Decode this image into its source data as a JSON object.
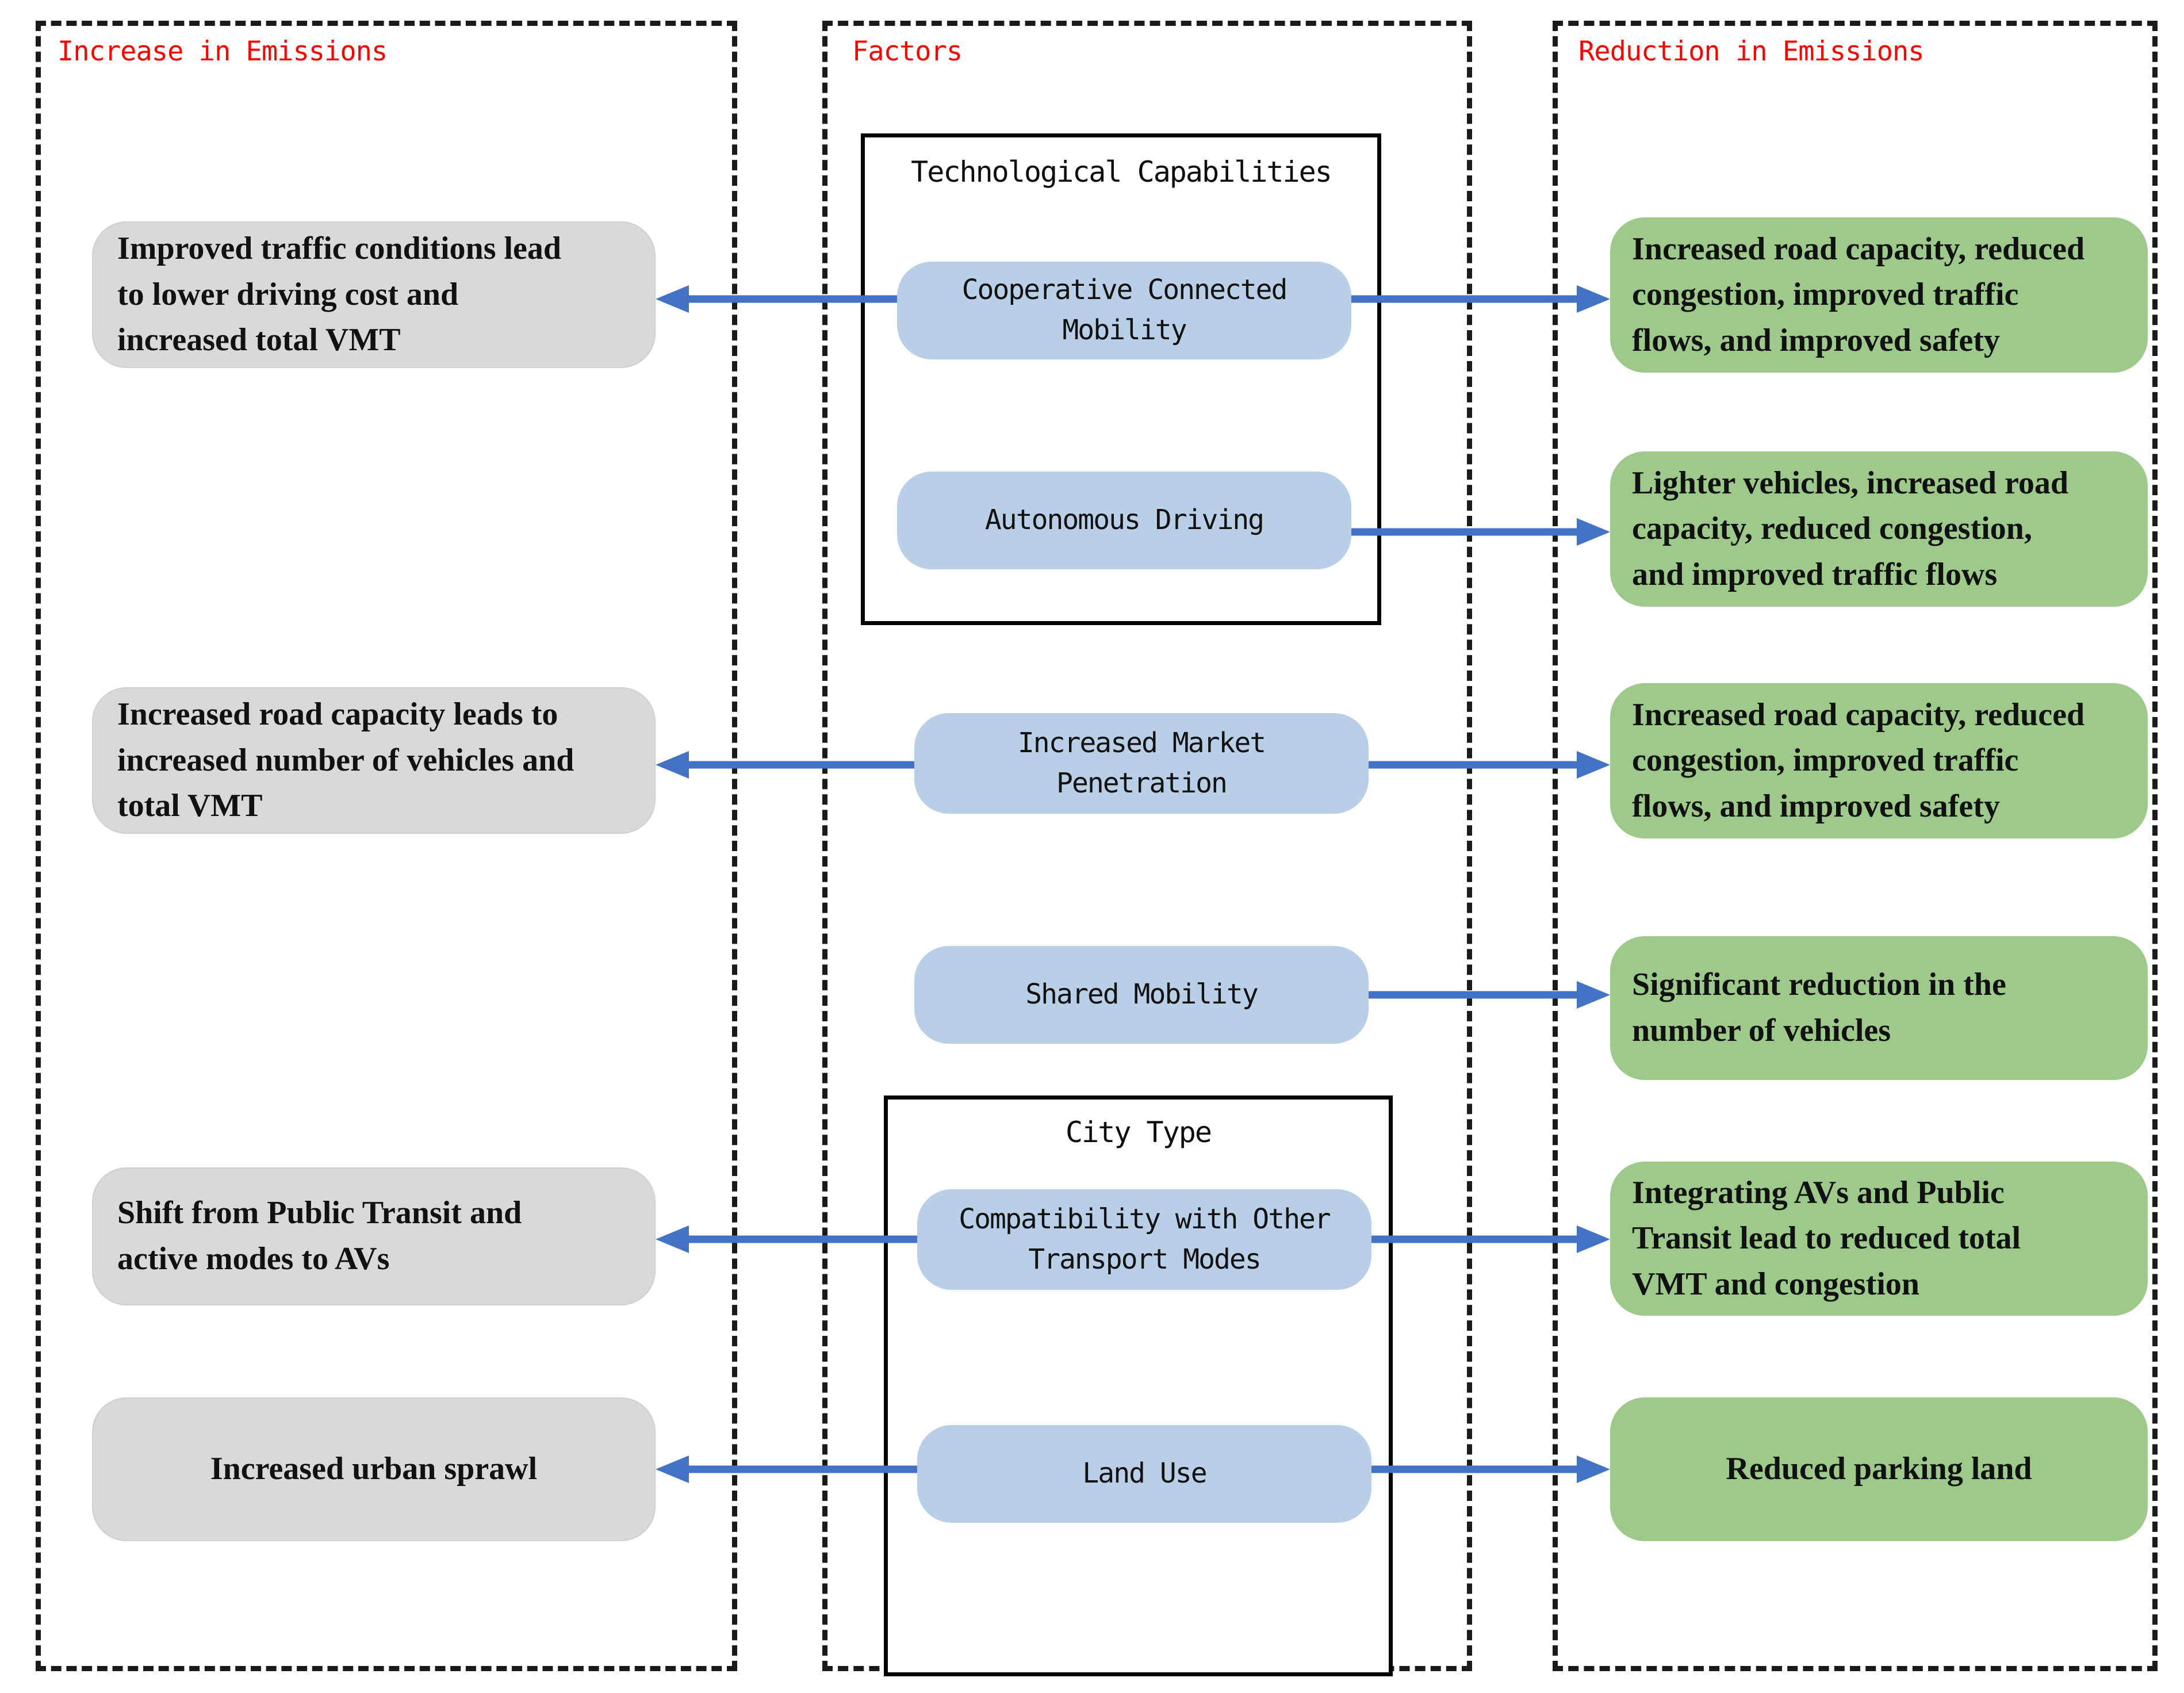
{
  "columns": {
    "left": {
      "title": "Increase in Emissions"
    },
    "middle": {
      "title": "Factors"
    },
    "right": {
      "title": "Reduction in Emissions"
    }
  },
  "groups": {
    "technological_capabilities": "Technological Capabilities",
    "city_type": "City Type"
  },
  "rows": [
    {
      "factor": "Cooperative Connected\nMobility",
      "increase": "Improved traffic conditions lead\nto lower driving cost and\nincreased total VMT",
      "reduction": "Increased road capacity, reduced\ncongestion, improved traffic\nflows, and improved safety"
    },
    {
      "factor": "Autonomous Driving",
      "increase": "",
      "reduction": "Lighter vehicles, increased road\ncapacity, reduced congestion,\nand improved traffic flows"
    },
    {
      "factor": "Increased Market\nPenetration",
      "increase": "Increased road capacity leads to\nincreased number of vehicles and\ntotal VMT",
      "reduction": "Increased road capacity, reduced\ncongestion, improved traffic\nflows, and improved safety"
    },
    {
      "factor": "Shared Mobility",
      "increase": "",
      "reduction": "Significant reduction in the\nnumber of vehicles"
    },
    {
      "factor": "Compatibility with Other\nTransport Modes",
      "increase": "Shift from Public Transit and\nactive modes to AVs",
      "reduction": "Integrating AVs and Public\nTransit lead to reduced total\nVMT and congestion"
    },
    {
      "factor": "Land Use",
      "increase": "Increased urban sprawl",
      "reduction": "Reduced parking land"
    }
  ],
  "colors": {
    "increase_box": "#d9d9d9",
    "factor_box": "#b9cfe8",
    "reduction_box": "#9dc98a",
    "arrow": "#4472c4",
    "column_title": "#ff0000",
    "frame": "#1a1a1a"
  },
  "icons": {
    "arrow_left": "arrow-left-icon",
    "arrow_right": "arrow-right-icon"
  }
}
